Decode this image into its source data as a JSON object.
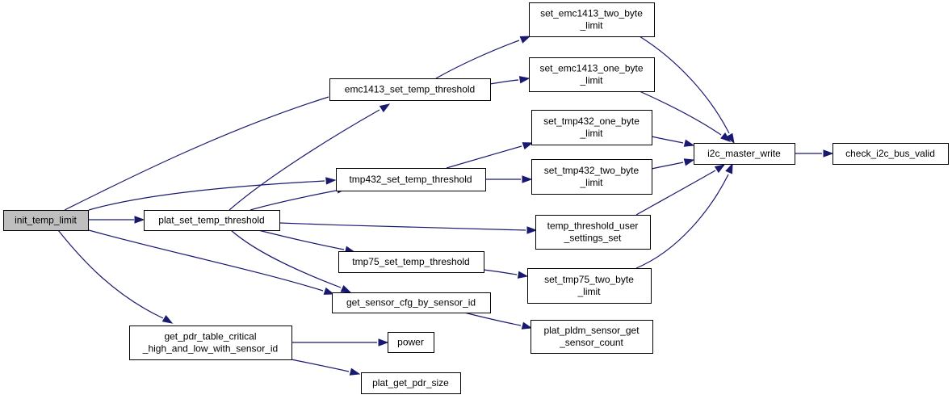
{
  "graph": {
    "colors": {
      "node_fill": "#ffffff",
      "root_fill": "#bfbfbf",
      "border": "#000000",
      "edge": "#191970"
    },
    "nodes": [
      {
        "id": "init_temp_limit",
        "lines": [
          "init_temp_limit"
        ],
        "root": true
      },
      {
        "id": "plat_set_temp_threshold",
        "lines": [
          "plat_set_temp_threshold"
        ]
      },
      {
        "id": "get_pdr_table_critical",
        "lines": [
          "get_pdr_table_critical",
          "_high_and_low_with_sensor_id"
        ]
      },
      {
        "id": "emc1413_set_temp_threshold",
        "lines": [
          "emc1413_set_temp_threshold"
        ]
      },
      {
        "id": "tmp432_set_temp_threshold",
        "lines": [
          "tmp432_set_temp_threshold"
        ]
      },
      {
        "id": "tmp75_set_temp_threshold",
        "lines": [
          "tmp75_set_temp_threshold"
        ]
      },
      {
        "id": "get_sensor_cfg_by_sensor_id",
        "lines": [
          "get_sensor_cfg_by_sensor_id"
        ]
      },
      {
        "id": "power",
        "lines": [
          "power"
        ]
      },
      {
        "id": "plat_get_pdr_size",
        "lines": [
          "plat_get_pdr_size"
        ]
      },
      {
        "id": "set_emc1413_two_byte_limit",
        "lines": [
          "set_emc1413_two_byte",
          "_limit"
        ]
      },
      {
        "id": "set_emc1413_one_byte_limit",
        "lines": [
          "set_emc1413_one_byte",
          "_limit"
        ]
      },
      {
        "id": "set_tmp432_one_byte_limit",
        "lines": [
          "set_tmp432_one_byte",
          "_limit"
        ]
      },
      {
        "id": "set_tmp432_two_byte_limit",
        "lines": [
          "set_tmp432_two_byte",
          "_limit"
        ]
      },
      {
        "id": "temp_threshold_user_settings_set",
        "lines": [
          "temp_threshold_user",
          "_settings_set"
        ]
      },
      {
        "id": "set_tmp75_two_byte_limit",
        "lines": [
          "set_tmp75_two_byte",
          "_limit"
        ]
      },
      {
        "id": "plat_pldm_sensor_get_sensor_count",
        "lines": [
          "plat_pldm_sensor_get",
          "_sensor_count"
        ]
      },
      {
        "id": "i2c_master_write",
        "lines": [
          "i2c_master_write"
        ]
      },
      {
        "id": "check_i2c_bus_valid",
        "lines": [
          "check_i2c_bus_valid"
        ]
      }
    ],
    "edges": [
      {
        "from": "init_temp_limit",
        "to": "plat_set_temp_threshold"
      },
      {
        "from": "init_temp_limit",
        "to": "emc1413_set_temp_threshold"
      },
      {
        "from": "init_temp_limit",
        "to": "tmp432_set_temp_threshold"
      },
      {
        "from": "init_temp_limit",
        "to": "get_sensor_cfg_by_sensor_id"
      },
      {
        "from": "init_temp_limit",
        "to": "get_pdr_table_critical"
      },
      {
        "from": "plat_set_temp_threshold",
        "to": "emc1413_set_temp_threshold"
      },
      {
        "from": "plat_set_temp_threshold",
        "to": "tmp432_set_temp_threshold"
      },
      {
        "from": "plat_set_temp_threshold",
        "to": "temp_threshold_user_settings_set"
      },
      {
        "from": "plat_set_temp_threshold",
        "to": "tmp75_set_temp_threshold"
      },
      {
        "from": "plat_set_temp_threshold",
        "to": "get_sensor_cfg_by_sensor_id"
      },
      {
        "from": "get_pdr_table_critical",
        "to": "power"
      },
      {
        "from": "get_pdr_table_critical",
        "to": "plat_get_pdr_size"
      },
      {
        "from": "emc1413_set_temp_threshold",
        "to": "set_emc1413_two_byte_limit"
      },
      {
        "from": "emc1413_set_temp_threshold",
        "to": "set_emc1413_one_byte_limit"
      },
      {
        "from": "tmp432_set_temp_threshold",
        "to": "set_tmp432_one_byte_limit"
      },
      {
        "from": "tmp432_set_temp_threshold",
        "to": "set_tmp432_two_byte_limit"
      },
      {
        "from": "tmp75_set_temp_threshold",
        "to": "set_tmp75_two_byte_limit"
      },
      {
        "from": "get_sensor_cfg_by_sensor_id",
        "to": "plat_pldm_sensor_get_sensor_count"
      },
      {
        "from": "set_emc1413_two_byte_limit",
        "to": "i2c_master_write"
      },
      {
        "from": "set_emc1413_one_byte_limit",
        "to": "i2c_master_write"
      },
      {
        "from": "set_tmp432_one_byte_limit",
        "to": "i2c_master_write"
      },
      {
        "from": "set_tmp432_two_byte_limit",
        "to": "i2c_master_write"
      },
      {
        "from": "temp_threshold_user_settings_set",
        "to": "i2c_master_write"
      },
      {
        "from": "set_tmp75_two_byte_limit",
        "to": "i2c_master_write"
      },
      {
        "from": "i2c_master_write",
        "to": "check_i2c_bus_valid"
      }
    ]
  }
}
